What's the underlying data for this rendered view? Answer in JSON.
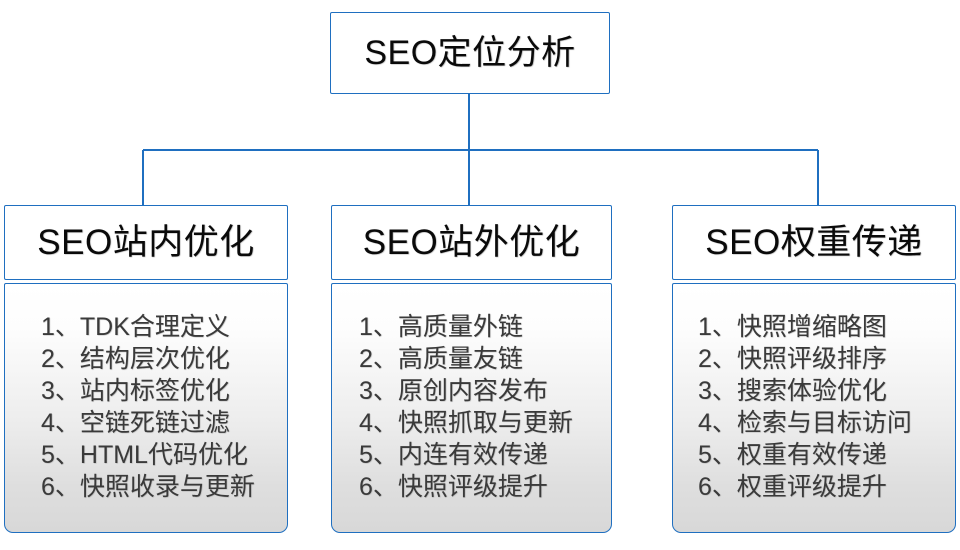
{
  "diagram": {
    "type": "org-tree",
    "root": {
      "label": "SEO定位分析"
    },
    "colors": {
      "border": "#1f6fc0",
      "connector": "#1f6fc0",
      "head_text": "#0a0a0a",
      "list_text": "#3a3a3a",
      "head_fill": "#ffffff",
      "list_fill_top": "#ffffff",
      "list_fill_bottom": "#d8d8d8",
      "page_background": "#ffffff"
    },
    "branches": [
      {
        "title": "SEO站内优化",
        "items": [
          "1、TDK合理定义",
          "2、结构层次优化",
          "3、站内标签优化",
          "4、空链死链过滤",
          "5、HTML代码优化",
          "6、快照收录与更新"
        ]
      },
      {
        "title": "SEO站外优化",
        "items": [
          "1、高质量外链",
          "2、高质量友链",
          "3、原创内容发布",
          "4、快照抓取与更新",
          "5、内连有效传递",
          "6、快照评级提升"
        ]
      },
      {
        "title": "SEO权重传递",
        "items": [
          "1、快照增缩略图",
          "2、快照评级排序",
          "3、搜索体验优化",
          "4、检索与目标访问",
          "5、权重有效传递",
          "6、权重评级提升"
        ]
      }
    ]
  }
}
